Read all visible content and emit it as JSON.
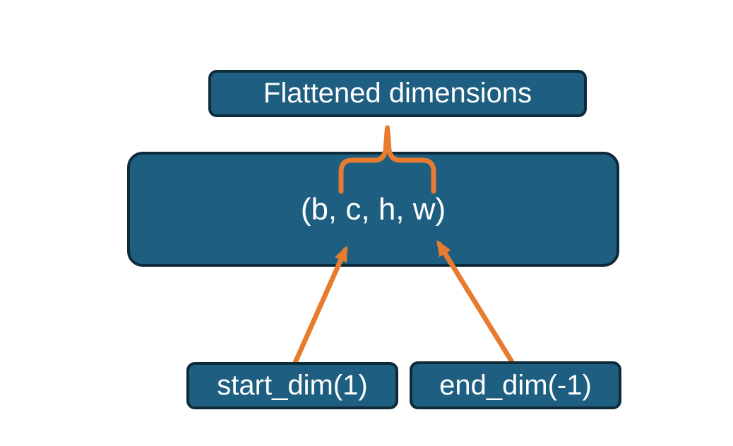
{
  "diagram": {
    "title_box": {
      "label": "Flattened dimensions"
    },
    "tensor_box": {
      "label": "(b, c, h, w)"
    },
    "start_box": {
      "label": "start_dim(1)"
    },
    "end_box": {
      "label": "end_dim(-1)"
    }
  },
  "colors": {
    "node_fill": "#1E5E80",
    "node_border": "#0E2B3A",
    "accent_orange": "#E87C2E",
    "text_color": "#FFFFFF",
    "background": "#FFFFFF"
  }
}
